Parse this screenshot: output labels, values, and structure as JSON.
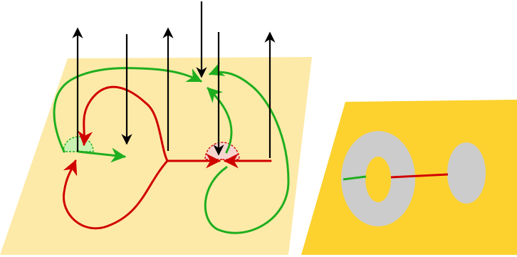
{
  "colors": {
    "left_plane": "#fdeaa8",
    "right_plane": "#fdd22f",
    "red_path": "#d10000",
    "green_path": "#1fae1f",
    "black_arrow": "#000000",
    "grey_region": "#cccccc",
    "green_sector_fill": "#c9f2b2",
    "red_sector_fill": "#f6d4d0"
  },
  "left_panel": {
    "vertical_arrows": [
      {
        "direction": "up"
      },
      {
        "direction": "down"
      },
      {
        "direction": "up"
      },
      {
        "direction": "down"
      },
      {
        "direction": "down"
      },
      {
        "direction": "up"
      }
    ]
  },
  "right_panel": {
    "regions": [
      "annulus",
      "disk"
    ],
    "connectors": [
      "green",
      "red"
    ]
  }
}
